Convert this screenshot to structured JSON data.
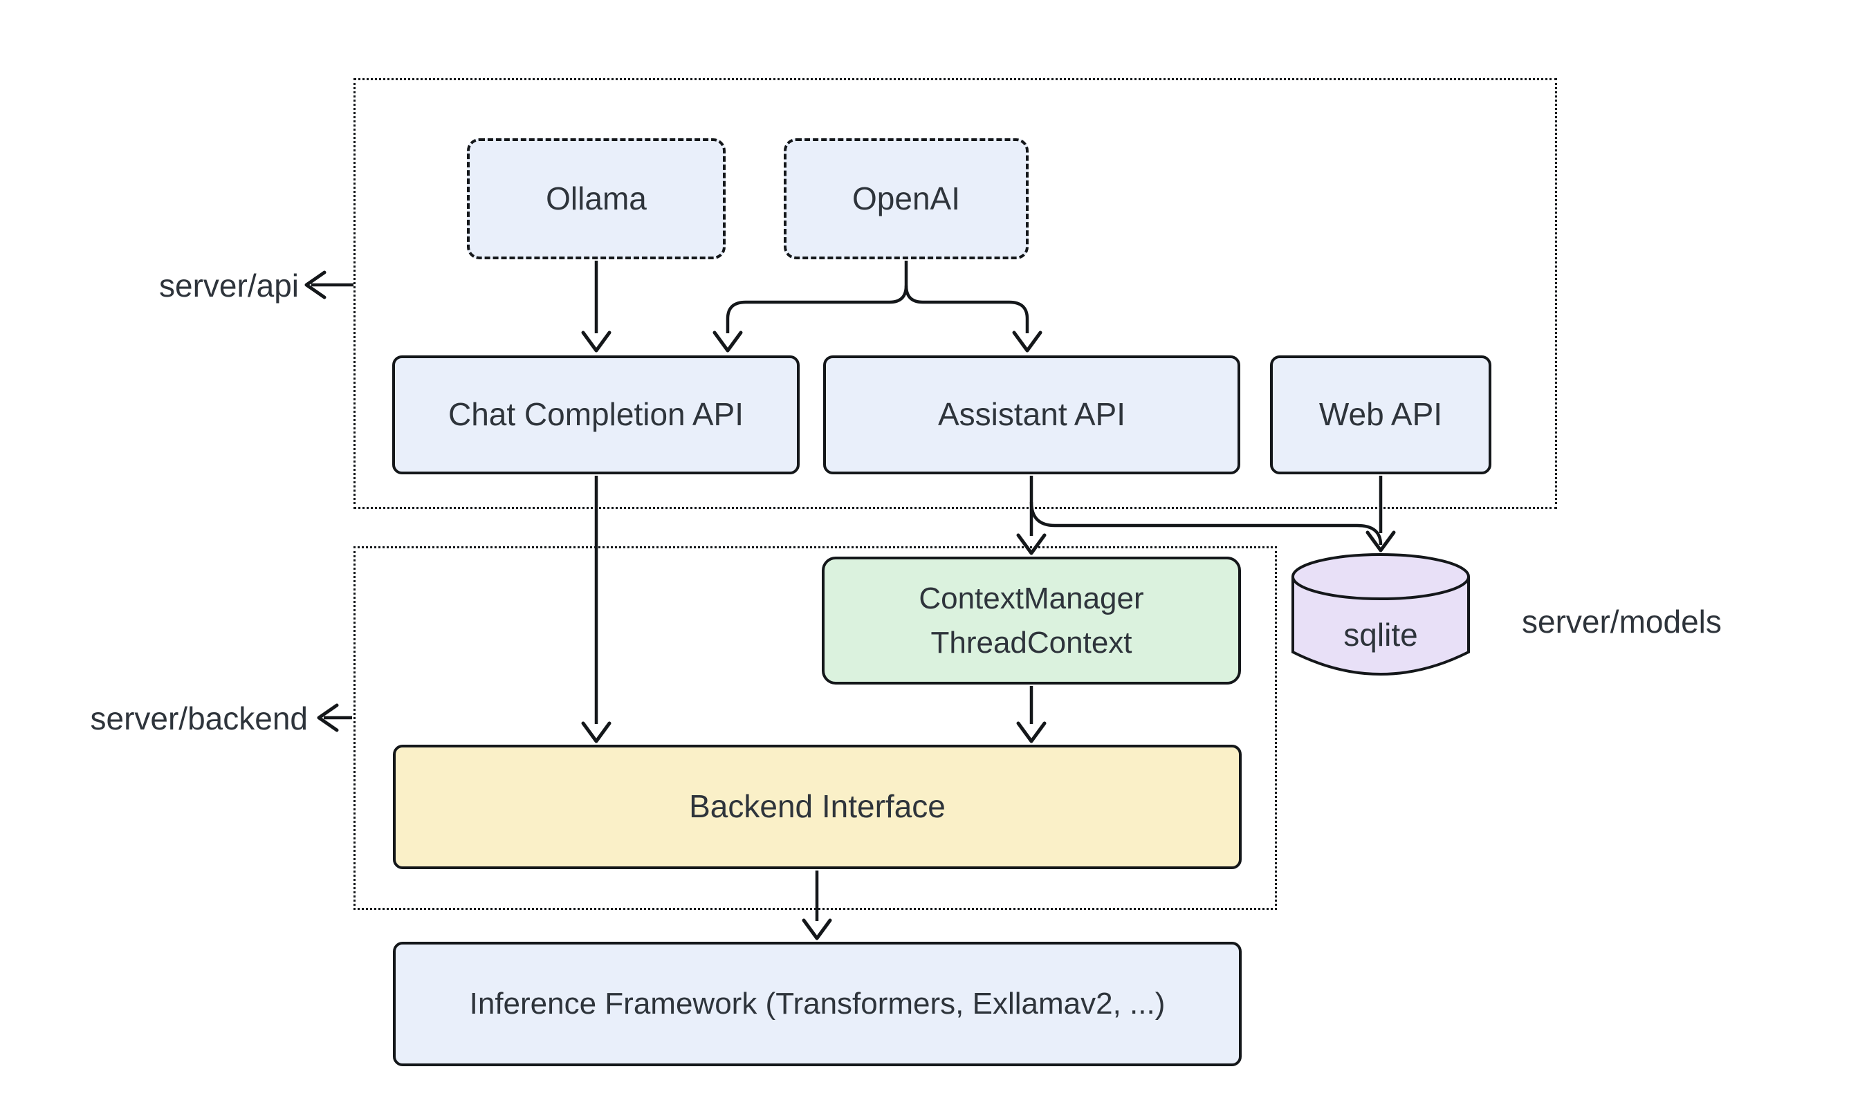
{
  "diagram": {
    "title_present": false,
    "groups": {
      "api": {
        "label": "server/api"
      },
      "backend": {
        "label": "server/backend"
      },
      "models": {
        "label": "server/models"
      }
    },
    "nodes": {
      "ollama": {
        "label": "Ollama",
        "style": "dashed",
        "fill": "#e9effa"
      },
      "openai": {
        "label": "OpenAI",
        "style": "dashed",
        "fill": "#e9effa"
      },
      "chat_completion_api": {
        "label": "Chat Completion API",
        "fill": "#e9effa"
      },
      "assistant_api": {
        "label": "Assistant API",
        "fill": "#e9effa"
      },
      "web_api": {
        "label": "Web API",
        "fill": "#e9effa"
      },
      "context_manager": {
        "line1": "ContextManager",
        "line2": "ThreadContext",
        "fill": "#dbf2de"
      },
      "sqlite": {
        "label": "sqlite",
        "shape": "cylinder",
        "fill": "#e8e0f7"
      },
      "backend_interface": {
        "label": "Backend Interface",
        "fill": "#faf0c8"
      },
      "inference_framework": {
        "label": "Inference Framework (Transformers, Exllamav2, ...)",
        "fill": "#e9effa"
      }
    },
    "edges": [
      {
        "from": "Ollama",
        "to": "Chat Completion API"
      },
      {
        "from": "OpenAI",
        "to": "Chat Completion API"
      },
      {
        "from": "OpenAI",
        "to": "Assistant API"
      },
      {
        "from": "Chat Completion API",
        "to": "Backend Interface"
      },
      {
        "from": "Assistant API",
        "to": "ContextManager ThreadContext"
      },
      {
        "from": "Assistant API",
        "to": "sqlite"
      },
      {
        "from": "Web API",
        "to": "sqlite"
      },
      {
        "from": "ContextManager ThreadContext",
        "to": "Backend Interface"
      },
      {
        "from": "Backend Interface",
        "to": "Inference Framework (Transformers, Exllamav2, ...)"
      }
    ],
    "colors": {
      "background": "#ffffff",
      "stroke": "#14171a",
      "text": "#2e343b",
      "node_blue": "#e9effa",
      "node_green": "#dbf2de",
      "node_yellow": "#faf0c8",
      "node_purple": "#e8e0f7"
    }
  }
}
